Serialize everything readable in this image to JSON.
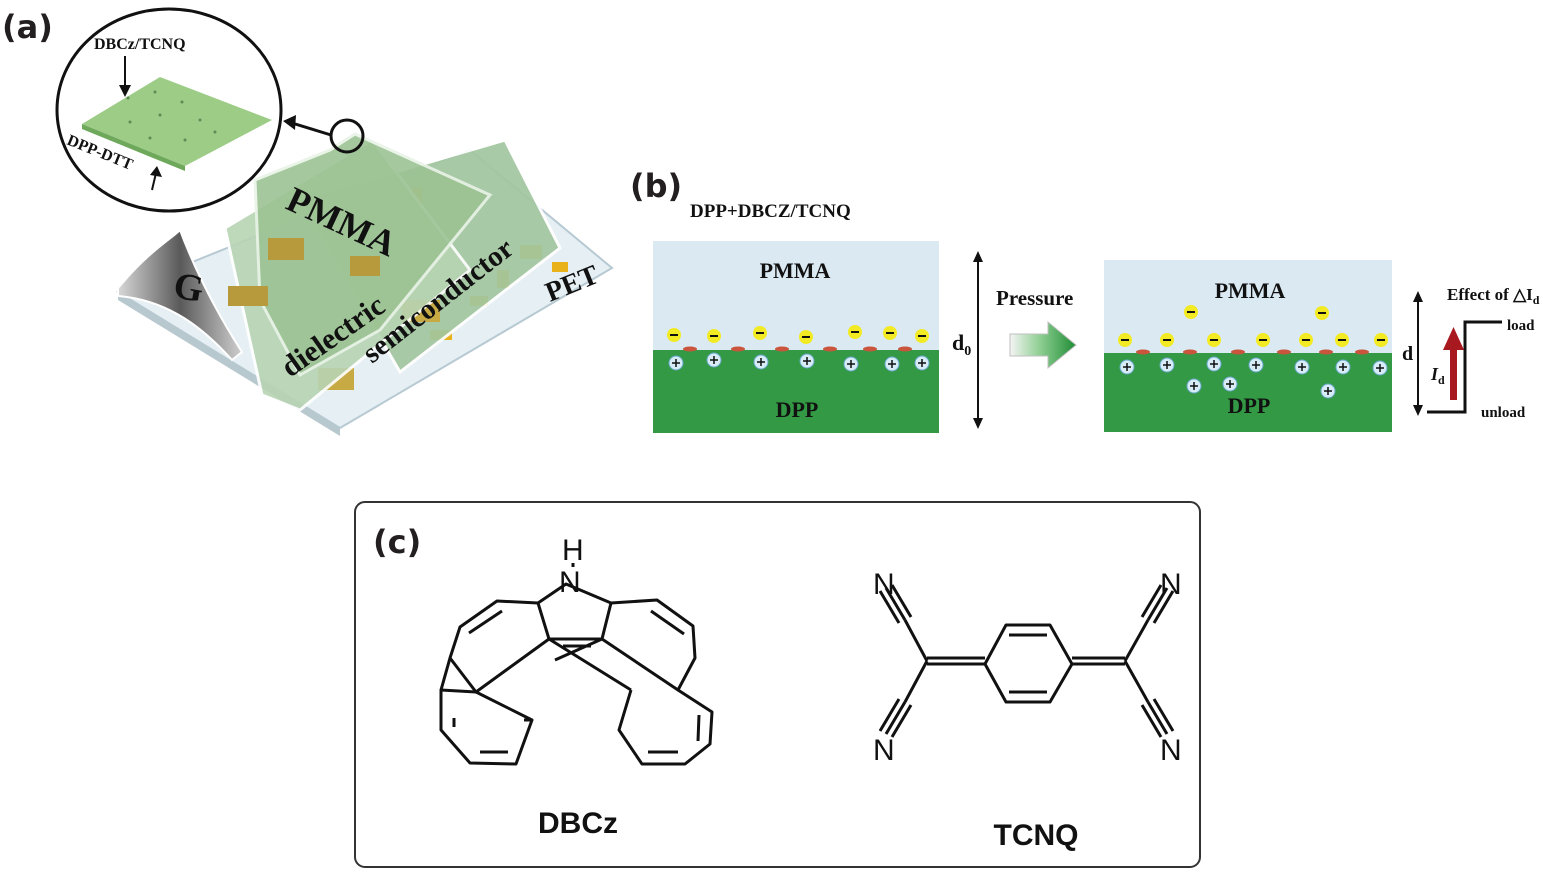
{
  "panels": {
    "a": {
      "label": "(a)",
      "inset_top": "DBCz/TCNQ",
      "inset_bottom": "DPP-DTT",
      "layers": {
        "gate": "G",
        "pmma": "PMMA",
        "dielectric": "dielectric",
        "semiconductor": "semiconductor",
        "substrate": "PET"
      }
    },
    "b": {
      "label": "(b)",
      "subtitle": "DPP+DBCZ/TCNQ",
      "top_layer": "PMMA",
      "bottom_layer": "DPP",
      "d0_main": "d",
      "d0_sub": "0",
      "arrow_label": "Pressure",
      "d_label": "d",
      "effect_label": "Effect of △I",
      "effect_sub": "d",
      "id_main": "I",
      "id_sub": "d",
      "load": "load",
      "unload": "unload",
      "colors": {
        "pmma": "#dbe9f3",
        "dpp": "#339944",
        "arrow": "#2e9a3f",
        "current_arrow": "#a8181f",
        "minus": "#f2ea22",
        "plus": "#d6ecf6"
      }
    },
    "c": {
      "label": "(c)",
      "molecule_1": {
        "name": "DBCz",
        "atoms": [
          "H",
          "N"
        ]
      },
      "molecule_2": {
        "name": "TCNQ",
        "atoms": [
          "N",
          "N",
          "N",
          "N"
        ]
      }
    }
  }
}
